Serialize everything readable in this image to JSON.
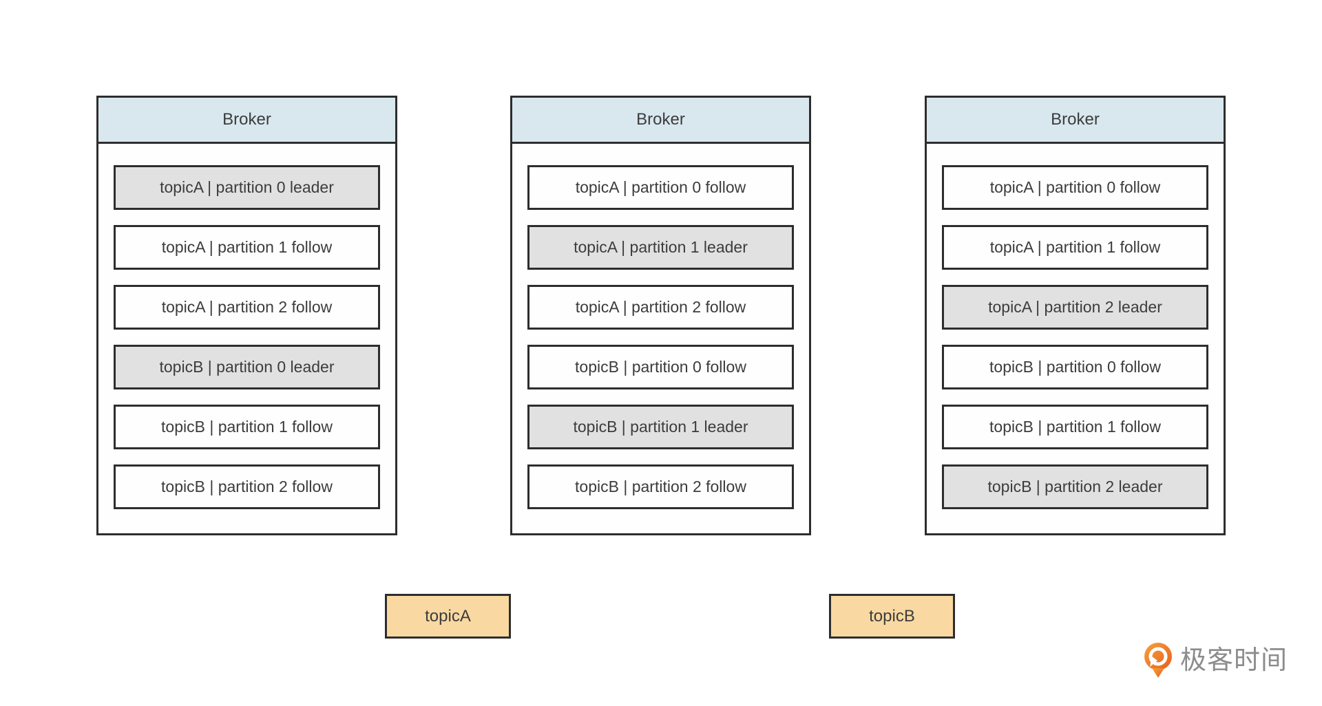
{
  "diagram": {
    "brokers": [
      {
        "title": "Broker",
        "partitions": [
          {
            "label": "topicA | partition 0 leader",
            "role": "leader"
          },
          {
            "label": "topicA | partition 1 follow",
            "role": "follow"
          },
          {
            "label": "topicA | partition 2 follow",
            "role": "follow"
          },
          {
            "label": "topicB | partition 0 leader",
            "role": "leader"
          },
          {
            "label": "topicB | partition 1 follow",
            "role": "follow"
          },
          {
            "label": "topicB | partition 2 follow",
            "role": "follow"
          }
        ]
      },
      {
        "title": "Broker",
        "partitions": [
          {
            "label": "topicA | partition 0 follow",
            "role": "follow"
          },
          {
            "label": "topicA | partition 1 leader",
            "role": "leader"
          },
          {
            "label": "topicA | partition 2 follow",
            "role": "follow"
          },
          {
            "label": "topicB | partition 0 follow",
            "role": "follow"
          },
          {
            "label": "topicB | partition 1 leader",
            "role": "leader"
          },
          {
            "label": "topicB | partition 2 follow",
            "role": "follow"
          }
        ]
      },
      {
        "title": "Broker",
        "partitions": [
          {
            "label": "topicA | partition 0 follow",
            "role": "follow"
          },
          {
            "label": "topicA | partition 1 follow",
            "role": "follow"
          },
          {
            "label": "topicA | partition 2 leader",
            "role": "leader"
          },
          {
            "label": "topicB | partition 0 follow",
            "role": "follow"
          },
          {
            "label": "topicB | partition 1 follow",
            "role": "follow"
          },
          {
            "label": "topicB | partition 2 leader",
            "role": "leader"
          }
        ]
      }
    ],
    "topic_labels": [
      {
        "label": "topicA"
      },
      {
        "label": "topicB"
      }
    ],
    "watermark": {
      "text": "极客时间"
    }
  },
  "colors": {
    "broker_header_bg": "#d9e8ef",
    "leader_bg": "#e1e1e1",
    "follower_bg": "#fefefe",
    "border": "#2d2d2d",
    "text": "#3c3c3c",
    "topic_label_bg": "#f9d9a1",
    "logo_orange": "#ee7220",
    "logo_text": "#8c8c8c"
  }
}
